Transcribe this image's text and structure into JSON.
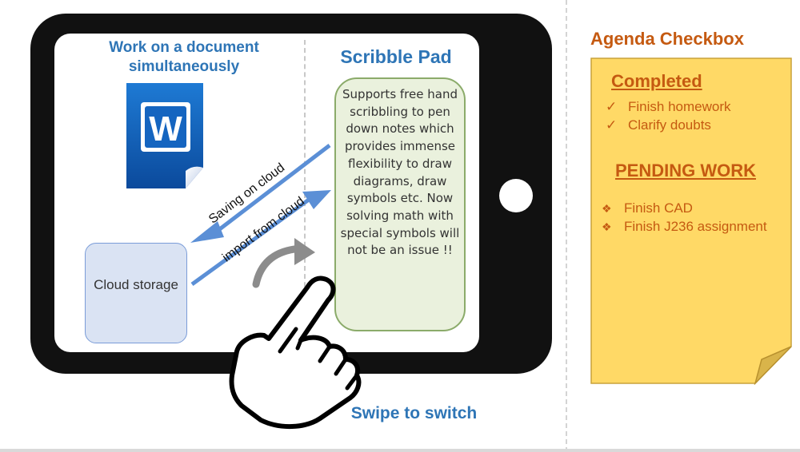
{
  "tablet": {
    "work_title": "Work on a document simultaneously",
    "scribble_title": "Scribble Pad",
    "scribble_text": "Supports free hand scribbling to pen down notes which provides immense flexibility to draw diagrams, draw symbols etc. Now solving math with special symbols will not be an issue !!",
    "cloud_label": "Cloud storage",
    "saving_label": "Saving on cloud",
    "import_label": "import from cloud",
    "word_icon_letter": "W",
    "swipe_label": "Swipe to switch"
  },
  "agenda": {
    "title": "Agenda Checkbox",
    "completed_heading": "Completed",
    "completed_items": [
      "Finish homework",
      "Clarify doubts"
    ],
    "completed_mark": "✓",
    "pending_heading": "PENDING WORK",
    "pending_items": [
      "Finish CAD",
      "Finish J236 assignment"
    ],
    "pending_mark": "❖"
  },
  "colors": {
    "accent_blue": "#2e75b6",
    "agenda_orange": "#c55a11",
    "sticky_yellow": "#ffd966",
    "scribble_green": "#eaf1dd",
    "cloud_blue": "#dae3f3"
  },
  "icons": [
    "word-document-icon",
    "hand-pointer-icon",
    "swipe-arrow-icon",
    "check-icon",
    "diamond-bullet-icon"
  ]
}
